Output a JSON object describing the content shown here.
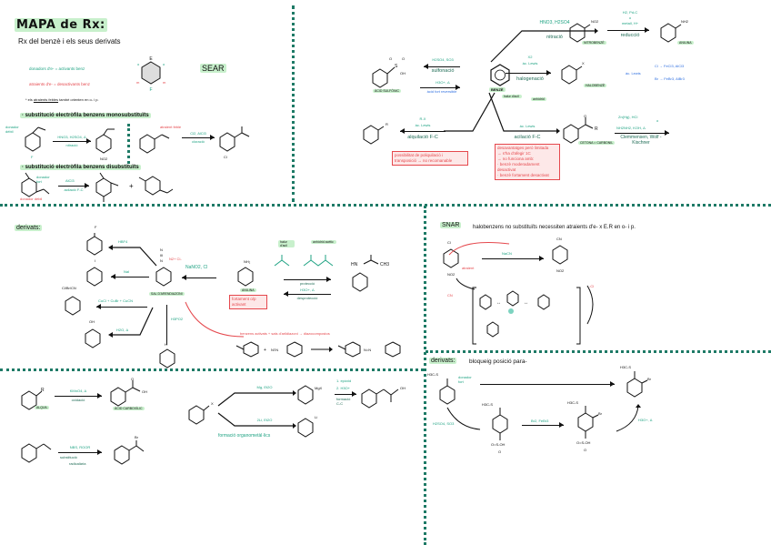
{
  "header": {
    "title": "MAPA de Rx:",
    "subtitle": "Rx del benzè i els seus derivats"
  },
  "sear_intro": {
    "donors": "donadors d'e- = activants benz",
    "acceptors": "atraients d'e- = desactivants benz",
    "note_prefix": "* els",
    "note_underlined": "atraients febles",
    "note_suffix": "també orienten en o- i p.",
    "sear_label": "SEAR",
    "ring_positions": [
      "E",
      "F",
      "m",
      "m",
      "o",
      "o"
    ]
  },
  "monosubst": {
    "heading": "· substitució electròfila benzens monosubstituïts",
    "ex1_donor": "donador dèbil",
    "ex1_reagent": "HNO3, H2SO4, Δ",
    "ex1_type": "nitració",
    "ex1_product_group": "NO2",
    "ex2_reagent": "Cl2, AlCl3",
    "ex2_type": "cloració",
    "ex2_attractor": "atraient feble",
    "ex2_product_group": "Cl"
  },
  "disubst": {
    "heading": "· substitució electròfila benzens disubstituïts",
    "donor_strong": "donador fort",
    "donor_weak": "donador dèbil",
    "reagent_top": "AlCl3",
    "type": "acilació F-C",
    "plus": "+"
  },
  "benzene_map": {
    "center_label": "BENZÈ",
    "nitration": {
      "reagent": "HNO3, H2SO4",
      "type": "nitració",
      "product": "NITROBENZÈ",
      "group": "NO2"
    },
    "reduction": {
      "reagent_1": "H2, Pd-C",
      "reagent_or": "o",
      "reagent_2": "metall, H+",
      "type": "reducció",
      "product": "ANILINA",
      "group": "NH2"
    },
    "sulfonation": {
      "reagent": "H2SO4, SO3",
      "type": "sulfonació",
      "reverse_reagent": "H3O+, Δ",
      "reverse_note": "àcid fort reversible",
      "product": "ÀCID SULFÒNIC",
      "group": "SO3H"
    },
    "halogenation": {
      "reagent_1": "X2",
      "reagent_2": "àc. Lewis",
      "type": "halogenació",
      "product": "HALOBENZÈ",
      "group": "X"
    },
    "lewis_acids": {
      "label": "àc. Lewis",
      "cl": "Cl → FeCl3, AlCl3",
      "br": "Br → FeBr3, AlBr3"
    },
    "alkylation": {
      "reagent_1": "R-X",
      "reagent_2": "àc. Lewis",
      "type": "alquilació F-C",
      "group": "R",
      "warning": "possibilitat de poliquilació i transposició → no recomanable"
    },
    "acylation": {
      "reagent_top_1": "halur d'acil",
      "reagent_top_2": "anhídrid",
      "reagent_2": "àc. Lewis",
      "type": "acilació F-C",
      "product": "CETONA = CARBONIL",
      "group": "R",
      "warning_lines": [
        "desavantatges però limitada",
        "→ s'ha d'afegir 1C",
        "→ no funciona amb:",
        "· benzè moderadament desactivat",
        "· benzè fortament desactivat"
      ]
    },
    "reduction_carbonyl": {
      "reagent_1": "Zn(Hg), HCl",
      "reagent_or": "o",
      "reagent_2": "NH2NH2, KOH, Δ",
      "type": "Clemmensen, Wolf - Kischner"
    }
  },
  "derivats_aniline": {
    "heading": "derivats:",
    "diazonium": "SAL D'ARENDIAZONI",
    "diazo_group": "N2+ Cl-",
    "nitrosation_reagent": "NaNO2, Cl",
    "fluorination": {
      "reagent": "HBF4",
      "group": "F"
    },
    "iodination": {
      "reagent": "NaI",
      "group": "I"
    },
    "sandmeyer": {
      "reagent": "CuCl + CuBr + CuCN",
      "group": "Cl/Br/CN"
    },
    "hydroxylation": {
      "reagent": "H2O, Δ",
      "group": "OH"
    },
    "reduction": {
      "reagent": "H3PO2",
      "group": "H"
    },
    "aniline_label": "ANILINA",
    "aniline_note": "fortament o/p activant",
    "protection": {
      "reagent_a": "halur d'acil",
      "reagent_b": "anhídrid acètic",
      "type": "protecció",
      "deprot_reagent": "H3O+, Δ",
      "deprot_type": "desprotecció",
      "product_group": "NH-C(O)-CH3"
    },
    "azo_note": "benzens activats + sals d'arildiazoni → diazocompostos"
  },
  "snar": {
    "label": "SNAR",
    "description": "halobenzens no substituïts necessiten atraients d'e- x E.R en o- i p.",
    "reagent": "NaCN",
    "attractor": "atraient",
    "start_groups": [
      "Cl",
      "NO2"
    ],
    "product_groups": [
      "CN",
      "NO2"
    ],
    "nucleophile": "CN",
    "leaving": "-Cl"
  },
  "blocking": {
    "heading": "derivats:",
    "description": "bloqueig posició para-",
    "donor": "donador fort",
    "start_group": "H3C-S",
    "step1_reagent": "H2SO4, SO3",
    "step2_reagent": "Br2, FeBr3",
    "step3_reagent": "H3O+, Δ",
    "product_groups": [
      "H3C-S",
      "Br"
    ]
  },
  "sidechain": {
    "oxidation": {
      "reagent": "KMnO4, Δ",
      "type": "oxidació",
      "start_label": "ALQUIL",
      "product": "ÀCID CARBOXÍLIC"
    },
    "bromination": {
      "reagent": "NBS, ROOR",
      "type_1": "substitució",
      "type_2": "radicalària",
      "product_group": "Br"
    }
  },
  "organometallic": {
    "grignard_reagent": "Mg, Et2O",
    "lithium_reagent": "2Li, Et2O",
    "start_group": "X",
    "grignard_group": "MgX",
    "lithium_group": "Li",
    "epoxide_steps": [
      "1. epòxid",
      "2. H3O+"
    ],
    "epoxide_type": "formació C-C",
    "product_group": "OH",
    "type": "formació organometàl·lics"
  }
}
